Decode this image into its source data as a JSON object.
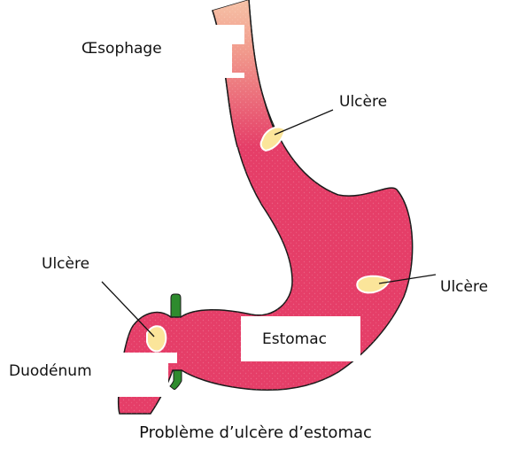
{
  "labels": {
    "oesophagus": "Œsophage",
    "ulcer_top": "Ulcère",
    "ulcer_left": "Ulcère",
    "ulcer_right": "Ulcère",
    "stomach": "Estomac",
    "duodenum": "Duodénum"
  },
  "caption": "Problème d’ulcère d’estomac",
  "colors": {
    "stomach_fill": "#e53e68",
    "esophagus_top": "#f6c2a6",
    "stomach_outline": "#1a1a1a",
    "ulcer_fill": "#fbe59a",
    "ulcer_rim": "#ffffff",
    "duct_green": "#2e8b2e",
    "leader_line": "#111111"
  }
}
